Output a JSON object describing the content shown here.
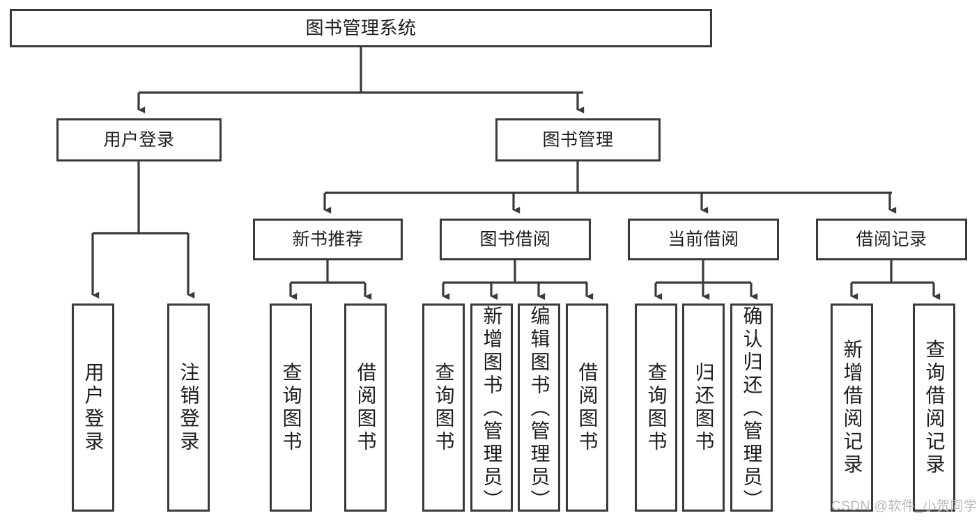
{
  "diagram": {
    "type": "tree",
    "title": "图书管理系统",
    "root": {
      "id": "root",
      "label": "图书管理系统"
    },
    "level2": [
      {
        "id": "user-login",
        "label": "用户登录"
      },
      {
        "id": "book-manage",
        "label": "图书管理"
      }
    ],
    "level3": [
      {
        "id": "new-book-recommend",
        "label": "新书推荐",
        "parent": "book-manage"
      },
      {
        "id": "book-borrow",
        "label": "图书借阅",
        "parent": "book-manage"
      },
      {
        "id": "current-borrow",
        "label": "当前借阅",
        "parent": "book-manage"
      },
      {
        "id": "borrow-record",
        "label": "借阅记录",
        "parent": "book-manage"
      }
    ],
    "leaves": [
      {
        "id": "leaf-user-login",
        "label": "用户登录",
        "parent": "user-login"
      },
      {
        "id": "leaf-logout-login",
        "label": "注销登录",
        "parent": "user-login"
      },
      {
        "id": "leaf-query-book-1",
        "label": "查询图书",
        "parent": "new-book-recommend"
      },
      {
        "id": "leaf-borrow-book-1",
        "label": "借阅图书",
        "parent": "new-book-recommend"
      },
      {
        "id": "leaf-query-book-2",
        "label": "查询图书",
        "parent": "book-borrow"
      },
      {
        "id": "leaf-add-book",
        "label": "新增图书（管理员）",
        "parent": "book-borrow"
      },
      {
        "id": "leaf-edit-book",
        "label": "编辑图书（管理员）",
        "parent": "book-borrow"
      },
      {
        "id": "leaf-borrow-book-2",
        "label": "借阅图书",
        "parent": "book-borrow"
      },
      {
        "id": "leaf-query-book-3",
        "label": "查询图书",
        "parent": "current-borrow"
      },
      {
        "id": "leaf-return-book",
        "label": "归还图书",
        "parent": "current-borrow"
      },
      {
        "id": "leaf-confirm-return",
        "label": "确认归还（管理员）",
        "parent": "current-borrow"
      },
      {
        "id": "leaf-add-record",
        "label": "新增借阅记录",
        "parent": "borrow-record"
      },
      {
        "id": "leaf-query-record",
        "label": "查询借阅记录",
        "parent": "borrow-record"
      }
    ],
    "colors": {
      "stroke": "#3a3a3a",
      "fill": "#ffffff",
      "text": "#1c1c1c",
      "watermark": "#b9b9b9"
    }
  },
  "watermark": {
    "text": "CSDN @软件_小贺同学"
  }
}
